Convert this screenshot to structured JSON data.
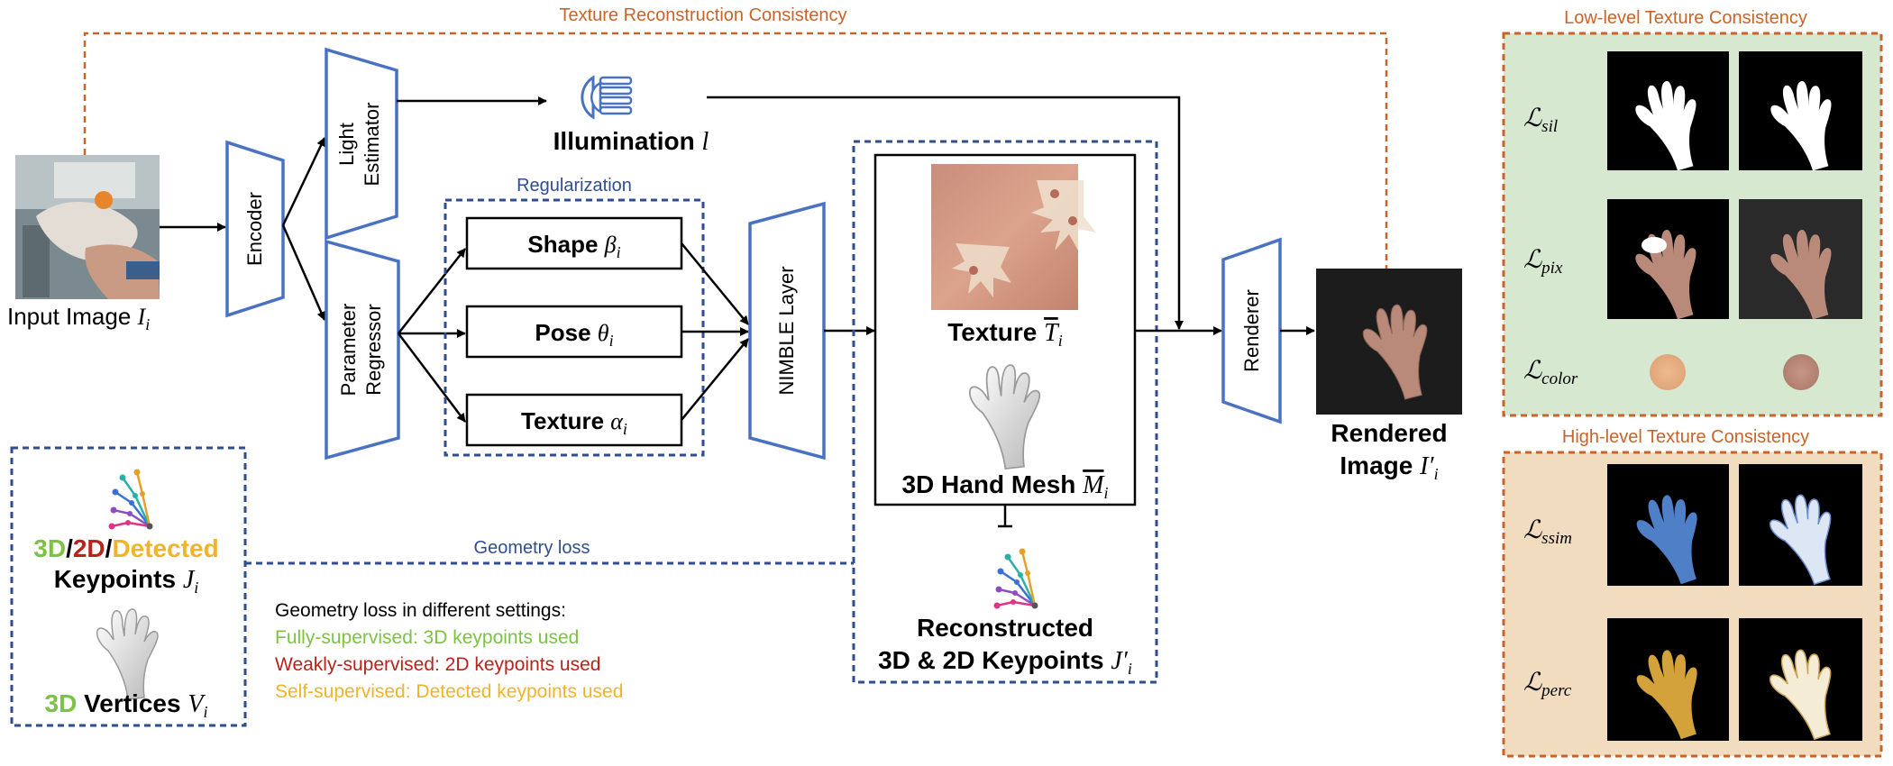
{
  "colors": {
    "orange_dashed": "#c8642a",
    "blue": "#4a72c2",
    "dark_blue": "#2f4d8f",
    "green_panel": "#d6e8cf",
    "peach_panel": "#f2dcc0",
    "green_text": "#7dc242",
    "red_text": "#b8231c",
    "yellow_text": "#f0b429",
    "skin_light": "#e8b08a",
    "skin_dark": "#b98a7a"
  },
  "labels": {
    "texture_reconstruction": "Texture Reconstruction Consistency",
    "input_image_prefix": "Input Image ",
    "input_image_var": "I",
    "input_image_sub": "i",
    "encoder": "Encoder",
    "light_estimator_1": "Light",
    "light_estimator_2": "Estimator",
    "parameter_regressor_1": "Parameter",
    "parameter_regressor_2": "Regressor",
    "illumination_prefix": "Illumination ",
    "illumination_var": "l",
    "regularization": "Regularization",
    "shape_prefix": "Shape ",
    "shape_var": "β",
    "shape_sub": "i",
    "pose_prefix": "Pose ",
    "pose_var": "θ",
    "pose_sub": "i",
    "texture_prefix": "Texture ",
    "texture_var": "α",
    "texture_sub": "i",
    "nimble_layer": "NIMBLE Layer",
    "texture_out_prefix": "Texture ",
    "texture_out_var": "T",
    "texture_out_sub": "i",
    "mesh_prefix": "3D Hand Mesh ",
    "mesh_var": "M",
    "mesh_sub": "i",
    "reconstructed_1": "Reconstructed",
    "reconstructed_2_prefix": "3D & 2D Keypoints ",
    "reconstructed_var": "J′",
    "reconstructed_sub": "i",
    "renderer": "Renderer",
    "rendered_1": "Rendered",
    "rendered_2_prefix": "Image ",
    "rendered_var": "I′",
    "rendered_sub": "i",
    "geometry_loss": "Geometry loss",
    "kp_3d": "3D",
    "kp_slash1": "/",
    "kp_2d": "2D",
    "kp_slash2": "/",
    "kp_detected": "Detected",
    "keypoints_prefix": "Keypoints ",
    "keypoints_var": "J",
    "keypoints_sub": "i",
    "vertices_3d": "3D",
    "vertices_prefix": " Vertices ",
    "vertices_var": "V",
    "vertices_sub": "i",
    "settings_title": "Geometry loss in different settings:",
    "setting_full": "Fully-supervised: 3D keypoints used",
    "setting_weak": "Weakly-supervised: 2D keypoints used",
    "setting_self": "Self-supervised: Detected keypoints used",
    "low_level_title": "Low-level Texture Consistency",
    "high_level_title": "High-level Texture Consistency",
    "loss_letter": "ℒ",
    "loss_sil": "sil",
    "loss_pix": "pix",
    "loss_color": "color",
    "loss_ssim": "ssim",
    "loss_perc": "perc"
  }
}
